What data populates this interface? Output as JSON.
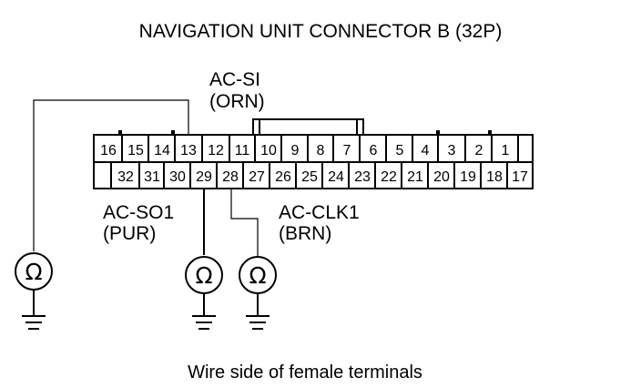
{
  "title": "NAVIGATION UNIT CONNECTOR B (32P)",
  "footer": "Wire side of female terminals",
  "connector": {
    "top_row": [
      "16",
      "15",
      "14",
      "13",
      "12",
      "11",
      "10",
      "9",
      "8",
      "7",
      "6",
      "5",
      "4",
      "3",
      "2",
      "1"
    ],
    "bottom_row": [
      "",
      "32",
      "31",
      "30",
      "29",
      "28",
      "27",
      "26",
      "25",
      "24",
      "23",
      "22",
      "21",
      "20",
      "19",
      "18",
      "17"
    ]
  },
  "wires": [
    {
      "terminal": "13",
      "name": "AC-SI",
      "color": "(ORN)"
    },
    {
      "terminal": "29",
      "name": "AC-SO1",
      "color": "(PUR)"
    },
    {
      "terminal": "28",
      "name": "AC-CLK1",
      "color": "(BRN)"
    }
  ],
  "meter_symbol": "Ω"
}
